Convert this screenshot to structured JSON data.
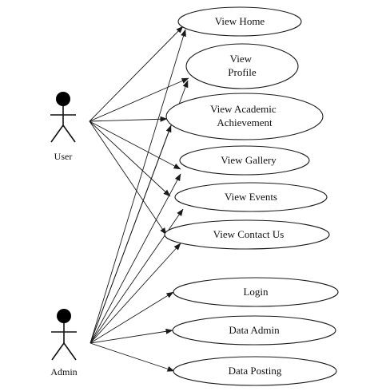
{
  "actors": {
    "user": {
      "label": "User"
    },
    "admin": {
      "label": "Admin"
    }
  },
  "use_cases": [
    {
      "id": "view-home",
      "lines": [
        "View Home"
      ]
    },
    {
      "id": "view-profile",
      "lines": [
        "View",
        "Profile"
      ]
    },
    {
      "id": "view-academic-achievement",
      "lines": [
        "View Academic",
        "Achievement"
      ]
    },
    {
      "id": "view-gallery",
      "lines": [
        "View Gallery"
      ]
    },
    {
      "id": "view-events",
      "lines": [
        "View Events"
      ]
    },
    {
      "id": "view-contact-us",
      "lines": [
        "View Contact Us"
      ]
    },
    {
      "id": "login",
      "lines": [
        "Login"
      ]
    },
    {
      "id": "data-admin",
      "lines": [
        "Data Admin"
      ]
    },
    {
      "id": "data-posting",
      "lines": [
        "Data Posting"
      ]
    }
  ],
  "associations": [
    {
      "from": "user",
      "to": "view-home"
    },
    {
      "from": "user",
      "to": "view-profile"
    },
    {
      "from": "user",
      "to": "view-academic-achievement"
    },
    {
      "from": "user",
      "to": "view-gallery"
    },
    {
      "from": "user",
      "to": "view-events"
    },
    {
      "from": "user",
      "to": "view-contact-us"
    },
    {
      "from": "admin",
      "to": "view-home"
    },
    {
      "from": "admin",
      "to": "view-profile"
    },
    {
      "from": "admin",
      "to": "view-academic-achievement"
    },
    {
      "from": "admin",
      "to": "view-gallery"
    },
    {
      "from": "admin",
      "to": "view-events"
    },
    {
      "from": "admin",
      "to": "view-contact-us"
    },
    {
      "from": "admin",
      "to": "login"
    },
    {
      "from": "admin",
      "to": "data-admin"
    },
    {
      "from": "admin",
      "to": "data-posting"
    }
  ]
}
